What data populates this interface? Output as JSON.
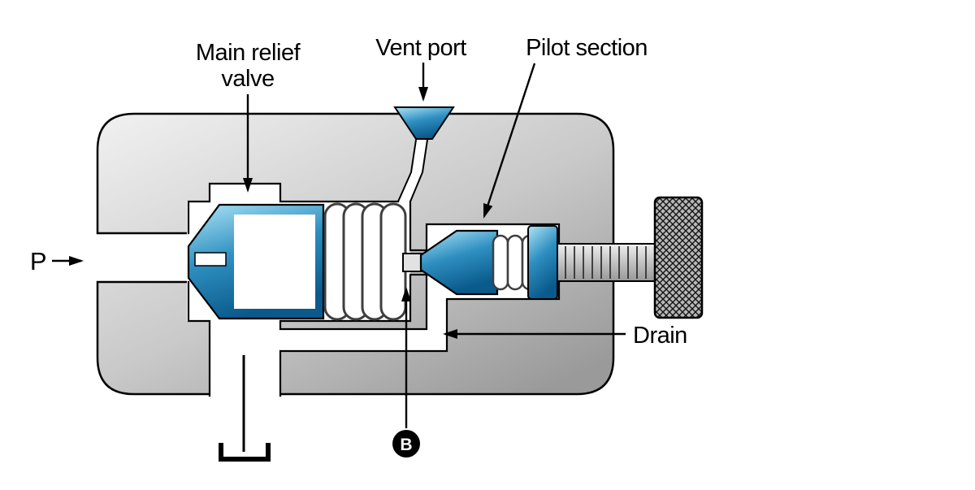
{
  "diagram": {
    "labels": {
      "main_relief_line1": "Main relief",
      "main_relief_line2": "valve",
      "vent_port": "Vent port",
      "pilot_section": "Pilot section",
      "drain": "Drain",
      "port_p": "P",
      "port_b": "B"
    },
    "colors": {
      "background": "#ffffff",
      "outline": "#000000",
      "body_light": "#f1f1f1",
      "body_mid": "#c9c9c9",
      "body_dark": "#9a9a9a",
      "blue_light": "#aee4f6",
      "blue_mid": "#2e8fc0",
      "blue_dark": "#0a5a8c",
      "rod_light": "#efefef",
      "rod_dark": "#979797",
      "knurl_bg": "#b8b8b8",
      "spring_stroke": "#3f3f3f"
    }
  }
}
